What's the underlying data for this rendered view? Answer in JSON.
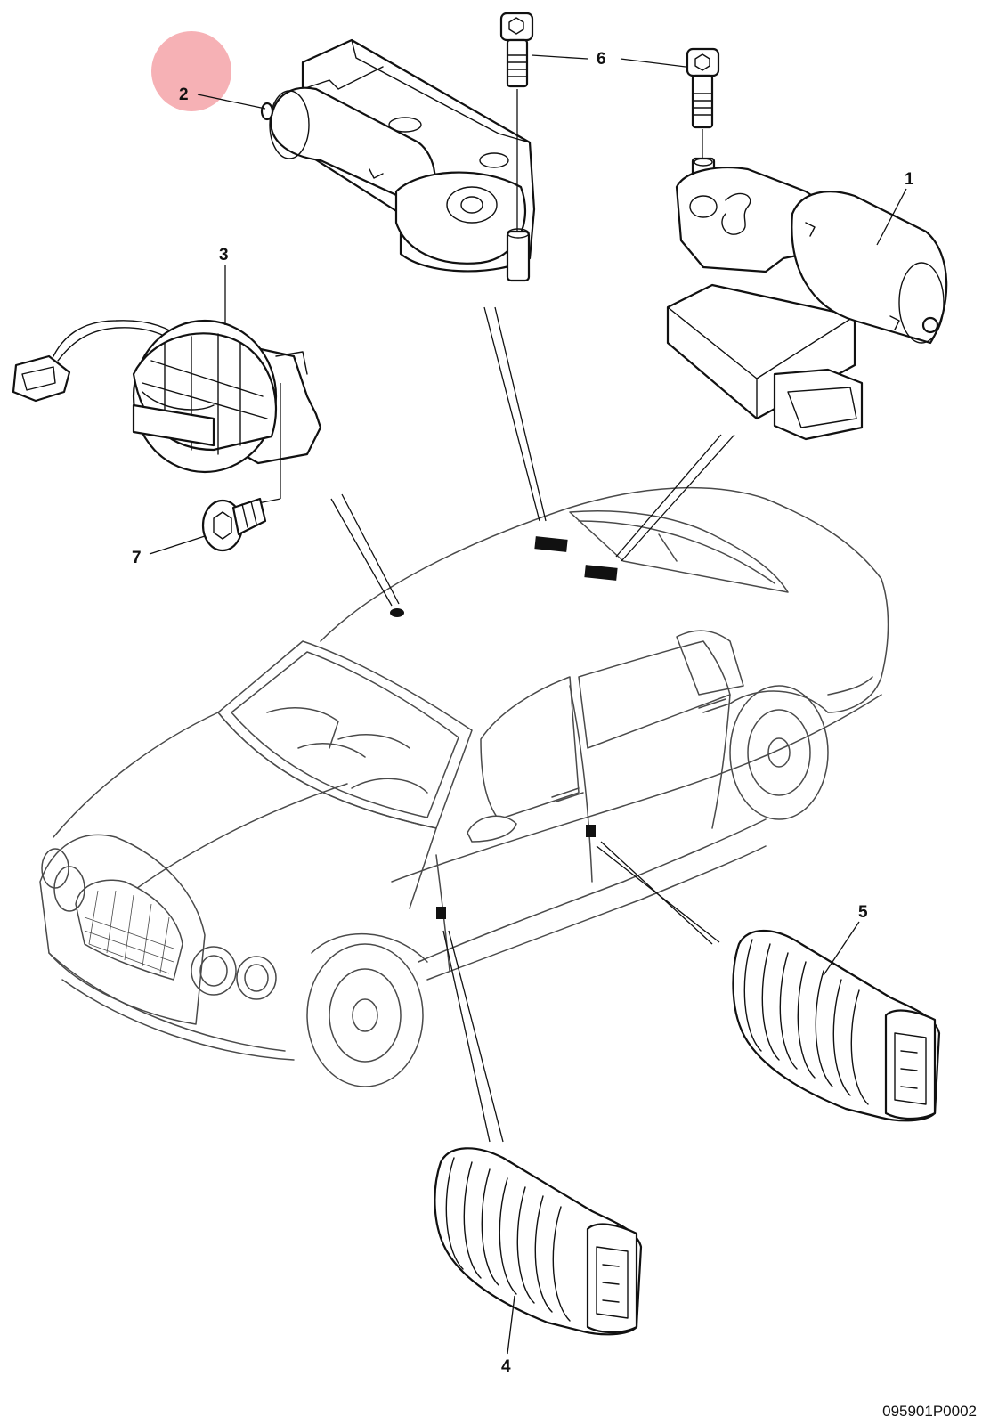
{
  "callouts": [
    {
      "id": "1",
      "label": "1"
    },
    {
      "id": "2",
      "label": "2"
    },
    {
      "id": "3",
      "label": "3"
    },
    {
      "id": "4",
      "label": "4"
    },
    {
      "id": "5",
      "label": "5"
    },
    {
      "id": "6",
      "label": "6"
    },
    {
      "id": "7",
      "label": "7"
    }
  ],
  "highlight": {
    "callout": "2",
    "color": "#f4a3a8"
  },
  "reference_code": "095901P0002"
}
